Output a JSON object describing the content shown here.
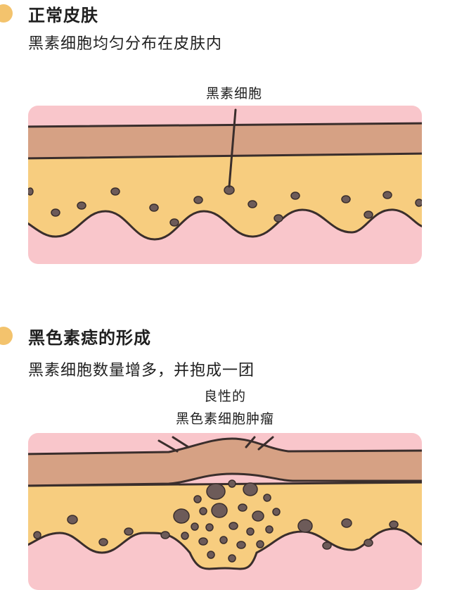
{
  "sections": [
    {
      "heading": "正常皮肤",
      "subtitle": "黑素细胞均匀分布在皮肤内",
      "callout": [
        "黑素细胞"
      ]
    },
    {
      "heading": "黑色素痣的形成",
      "subtitle": "黑素细胞数量增多，并抱成一团",
      "callout": [
        "良性的",
        "黑色素细胞肿瘤"
      ]
    }
  ],
  "colors": {
    "bullet": "#f3c36d",
    "skin_top": "#d6a184",
    "dermis": "#f7cd7f",
    "pink": "#f9c6cb",
    "cell": "#6d5b59",
    "outline": "#3a2e2c"
  }
}
